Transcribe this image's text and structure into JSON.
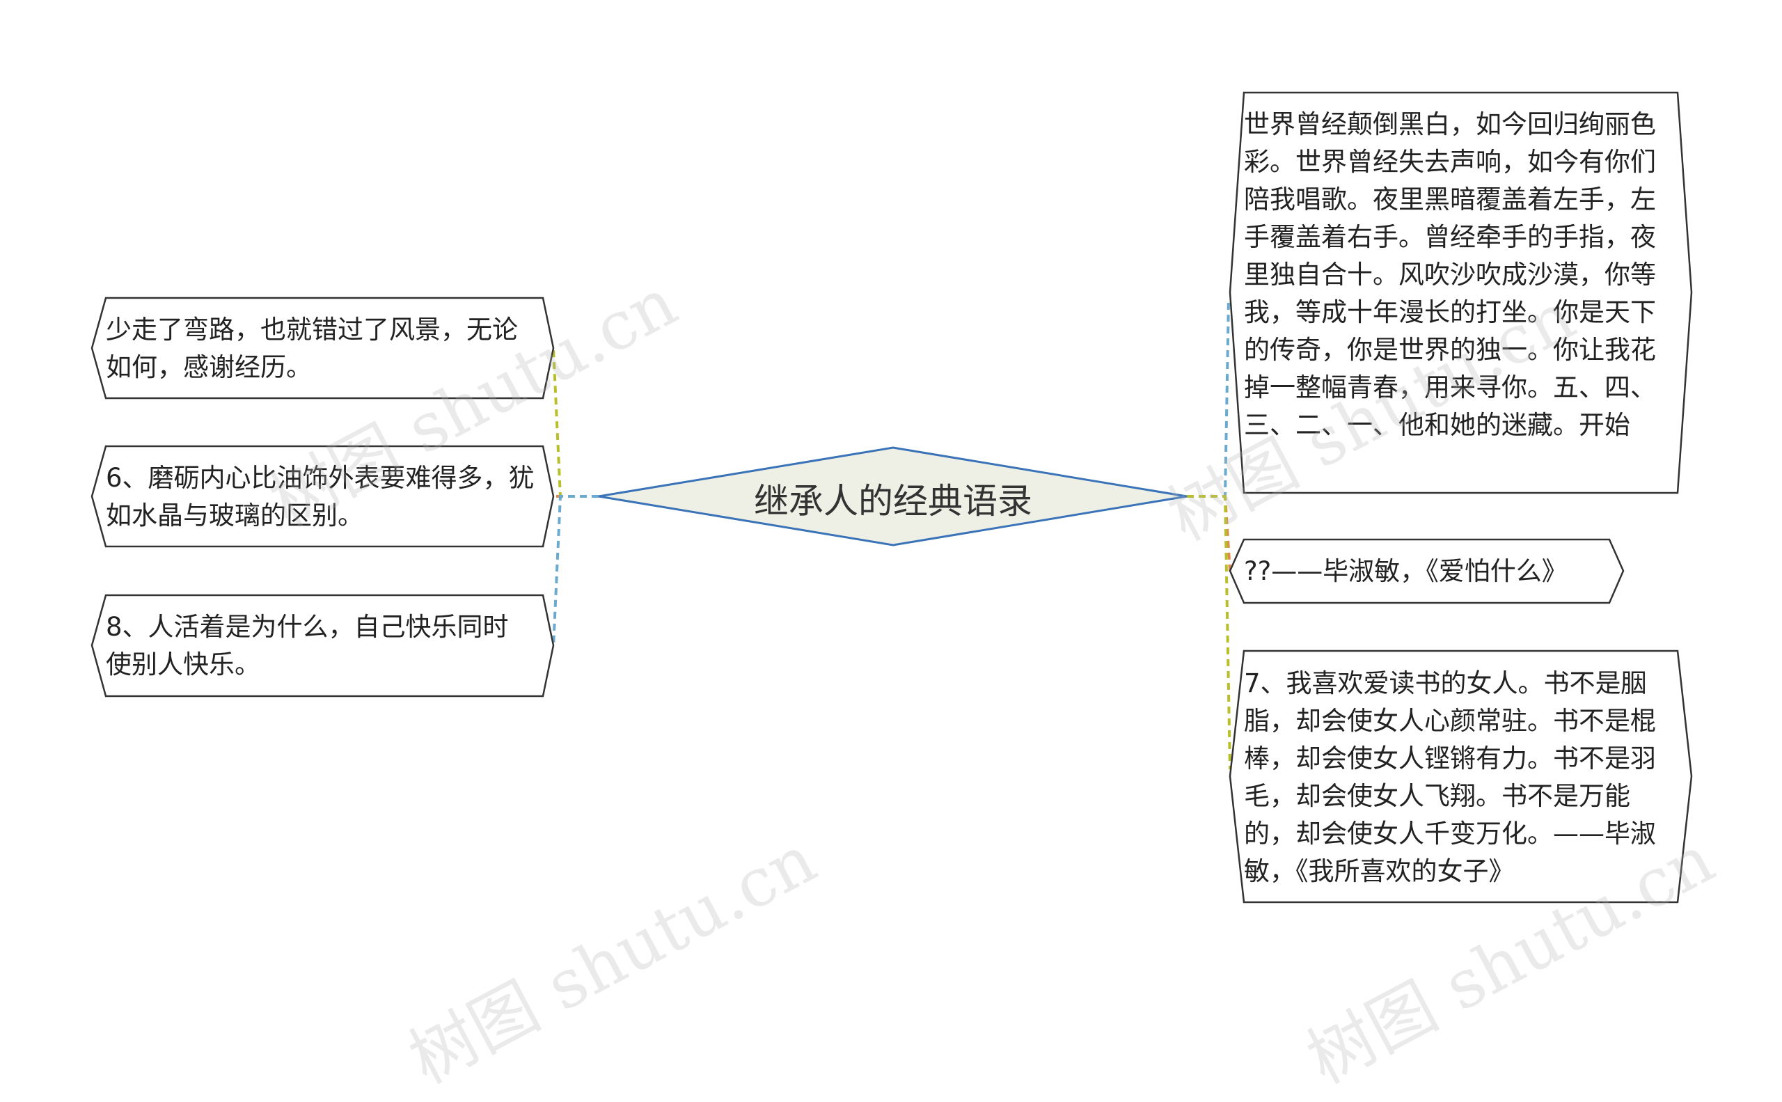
{
  "center": {
    "label": "继承人的经典语录"
  },
  "left_nodes": [
    {
      "text": "少走了弯路，也就错过了风景，无论如何，感谢经历。"
    },
    {
      "text": "6、磨砺内心比油饰外表要难得多，犹如水晶与玻璃的区别。"
    },
    {
      "text": "8、人活着是为什么，自己快乐同时使别人快乐。"
    }
  ],
  "right_nodes": [
    {
      "text": "世界曾经颠倒黑白，如今回归绚丽色彩。世界曾经失去声响，如今有你们陪我唱歌。夜里黑暗覆盖着左手，左手覆盖着右手。曾经牵手的手指，夜里独自合十。风吹沙吹成沙漠，你等我，等成十年漫长的打坐。你是天下的传奇，你是世界的独一。你让我花掉一整幅青春，用来寻你。五、四、三、二、一、他和她的迷藏。开始"
    },
    {
      "text": "??——毕淑敏，《爱怕什么》"
    },
    {
      "text": "7、我喜欢爱读书的女人。书不是胭脂，却会使女人心颜常驻。书不是棍棒，却会使女人铿锵有力。书不是羽毛，却会使女人飞翔。书不是万能的，却会使女人千变万化。——毕淑敏，《我所喜欢的女子》"
    }
  ],
  "watermark": {
    "text": "树图 shutu.cn"
  },
  "colors": {
    "center_fill": "#eef0e6",
    "center_stroke": "#3a73b8",
    "node_stroke": "#333333",
    "connector_yellow": "#b8bf2a",
    "connector_blue": "#6aa9d0",
    "connector_orange": "#e08a4a"
  }
}
